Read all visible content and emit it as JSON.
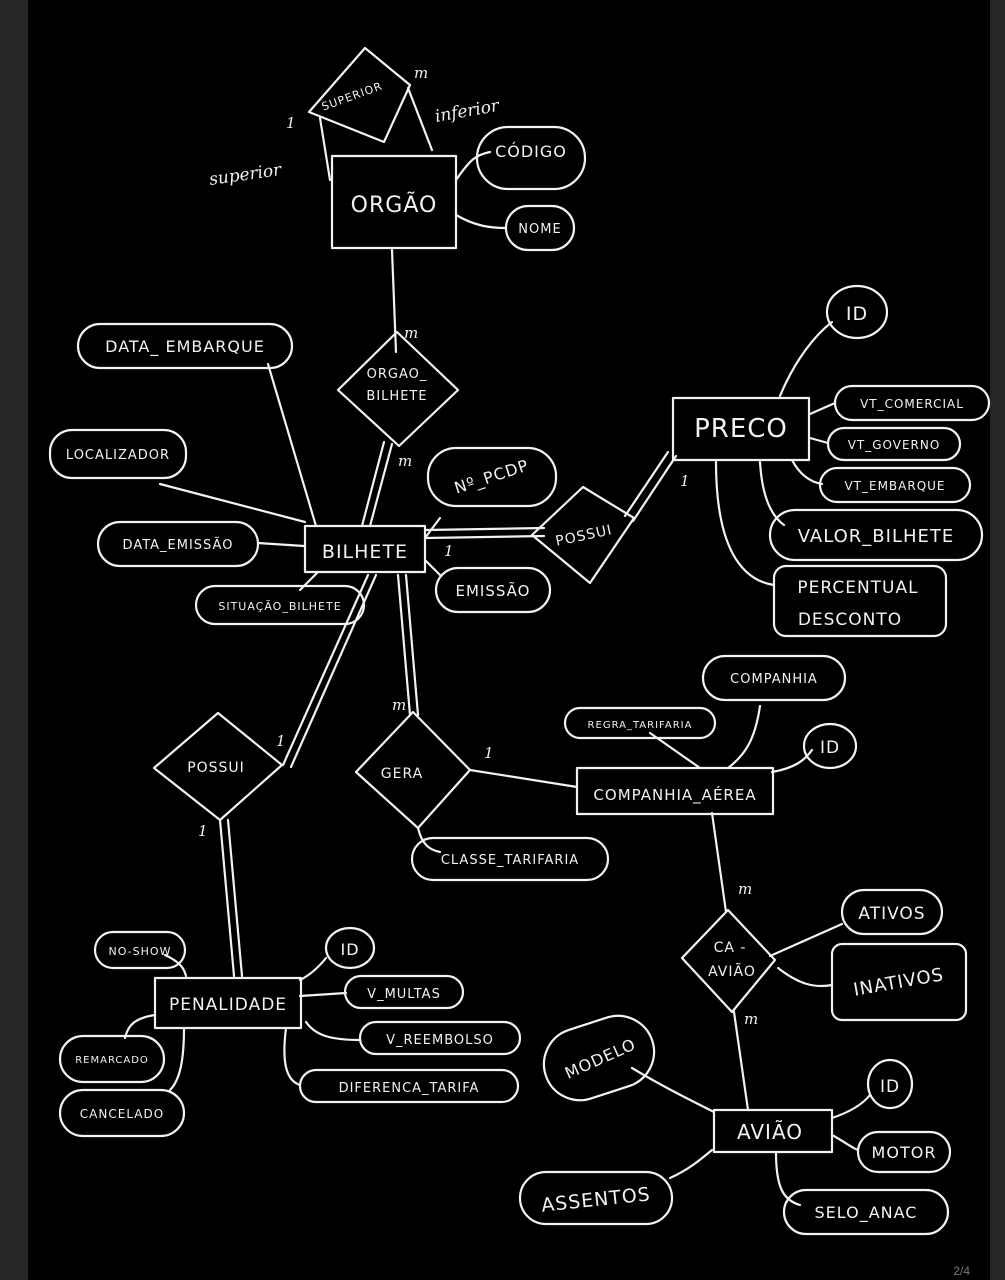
{
  "entities": {
    "orgao": "ORGÃO",
    "bilhete": "BILHETE",
    "preco": "PRECO",
    "companhia_aerea": "COMPANHIA_AÉREA",
    "penalidade": "PENALIDADE",
    "aviao": "AVIÃO"
  },
  "relationships": {
    "superior": "SUPERIOR",
    "orgao_bilhete": [
      "ORGAO_",
      "BILHETE"
    ],
    "possui_preco": "POSSUI",
    "possui_penalidade": "POSSUI",
    "gera": "GERA",
    "ca_aviao": [
      "CA -",
      "AVIÃO"
    ]
  },
  "attributes": {
    "codigo": "CÓDIGO",
    "nome": "NOME",
    "data_embarque": "DATA_ EMBARQUE",
    "localizador": "LOCALIZADOR",
    "data_emissao": "DATA_EMISSÃO",
    "situacao_bilhete": "SITUAÇÃO_BILHETE",
    "nr_pcdp": "Nº_PCDP",
    "emissao": "EMISSÃO",
    "preco_id": "ID",
    "vt_comercial": "VT_COMERCIAL",
    "vt_governo": "VT_GOVERNO",
    "vt_embarque": "VT_EMBARQUE",
    "valor_bilhete": "VALOR_BILHETE",
    "percentual_desconto": [
      "PERCENTUAL",
      "DESCONTO"
    ],
    "companhia": "COMPANHIA",
    "regra_tarifaria": "REGRA_TARIFARIA",
    "companhia_id": "ID",
    "classe_tarifaria": "CLASSE_TARIFARIA",
    "ativos": "ATIVOS",
    "inativos": "INATIVOS",
    "no_show": "NO-SHOW",
    "penalidade_id": "ID",
    "v_multas": "V_MULTAS",
    "v_reembolso": "V_REEMBOLSO",
    "diferenca_tarifa": "DIFERENCA_TARIFA",
    "remarcado": "REMARCADO",
    "cancelado": "CANCELADO",
    "modelo": "MODELO",
    "aviao_id": "ID",
    "motor": "MOTOR",
    "assentos": "ASSENTOS",
    "selo_anac": "SELO_ANAC"
  },
  "role_labels": {
    "superior": "superior",
    "inferior": "inferior"
  },
  "cardinalities": {
    "superior_one": "1",
    "superior_many": "m",
    "orgao_bilhete_top": "m",
    "orgao_bilhete_bottom": "m",
    "possui_preco_bilhete": "1",
    "possui_preco_preco": "1",
    "gera_bilhete": "m",
    "gera_companhia": "1",
    "possui_pen_bilhete": "1",
    "possui_pen_penalidade": "1",
    "ca_companhia": "m",
    "ca_aviao": "m"
  },
  "page_indicator": "2/4",
  "colors": {
    "background": "#000000",
    "ink": "#f2f2f2",
    "frame": "#262626"
  }
}
